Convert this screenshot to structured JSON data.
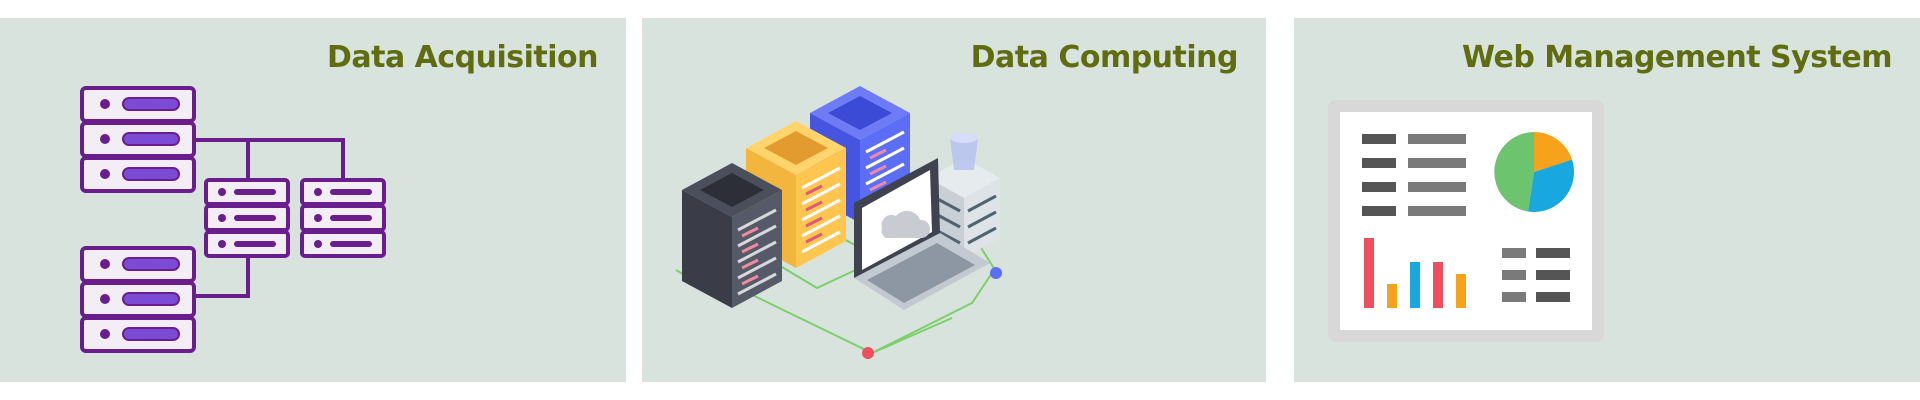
{
  "panels": [
    {
      "title": "Data Acquisition",
      "icon": "server-network-icon"
    },
    {
      "title": "Data Computing",
      "icon": "isometric-datacenter-icon"
    },
    {
      "title": "Web Management System",
      "icon": "dashboard-monitor-icon"
    }
  ],
  "colors": {
    "panel_bg": "#d8e3dd",
    "title": "#5f6d10",
    "purple": "#6a1d8c",
    "purple_light": "#7b4bd6"
  }
}
